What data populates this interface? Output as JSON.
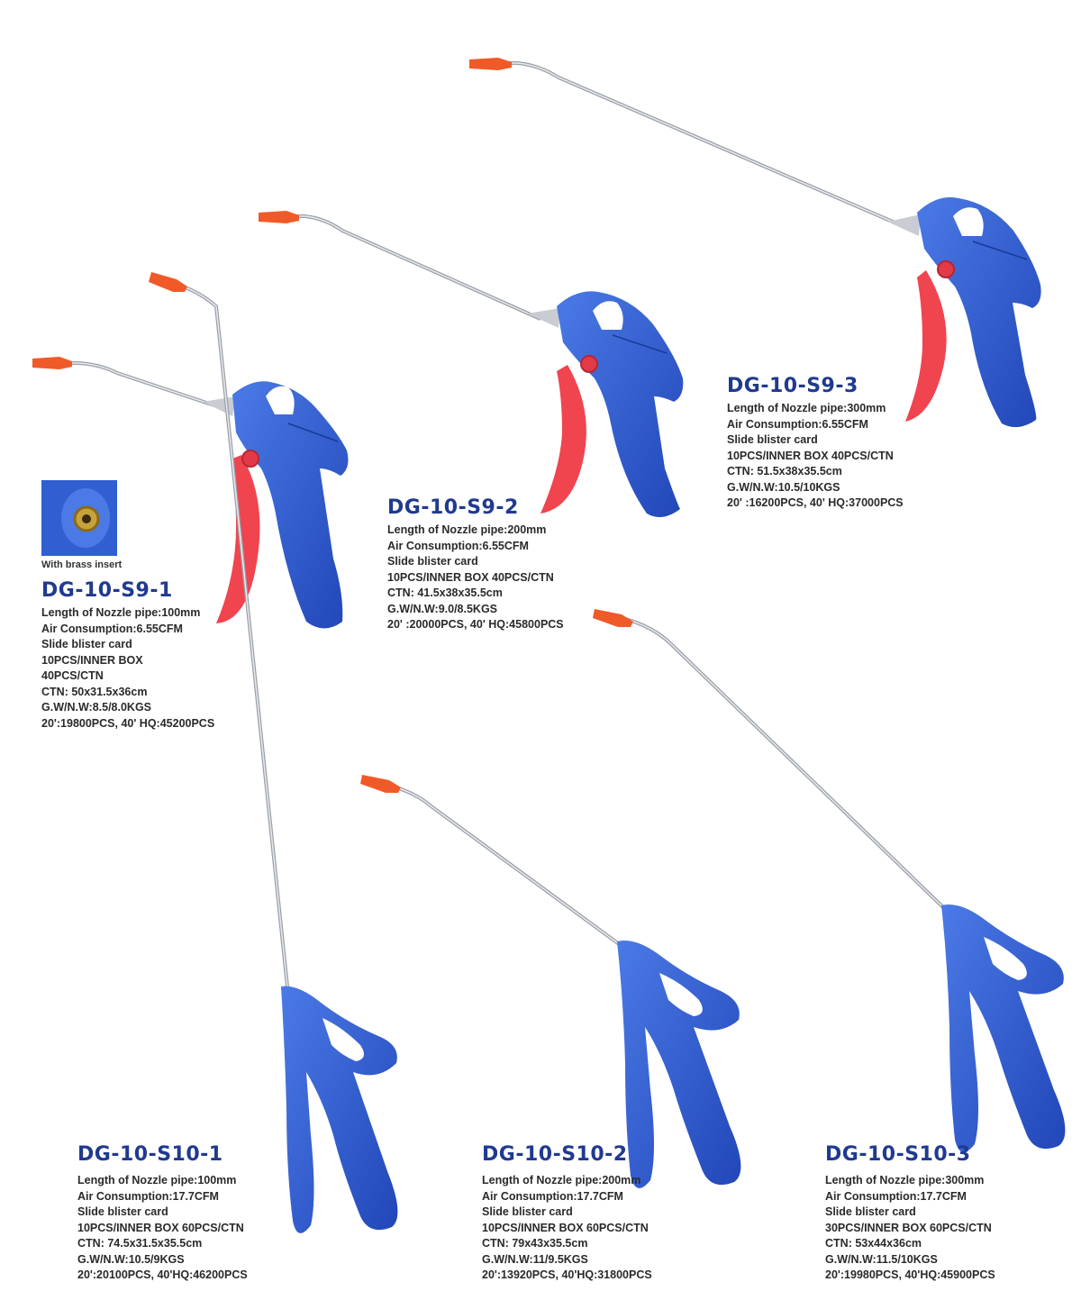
{
  "insert": {
    "caption": "With brass insert"
  },
  "products": [
    {
      "model": "DG-10-S9-1",
      "lines": [
        "Length of Nozzle pipe:100mm",
        "Air Consumption:6.55CFM",
        "Slide blister card",
        "10PCS/INNER BOX",
        "40PCS/CTN",
        "CTN: 50x31.5x36cm",
        "G.W/N.W:8.5/8.0KGS",
        "20':19800PCS, 40' HQ:45200PCS"
      ]
    },
    {
      "model": "DG-10-S9-2",
      "lines": [
        "Length of Nozzle pipe:200mm",
        "Air Consumption:6.55CFM",
        "Slide blister card",
        "10PCS/INNER BOX  40PCS/CTN",
        "CTN: 41.5x38x35.5cm",
        "G.W/N.W:9.0/8.5KGS",
        "20' :20000PCS, 40' HQ:45800PCS"
      ]
    },
    {
      "model": "DG-10-S9-3",
      "lines": [
        "Length of Nozzle pipe:300mm",
        "Air Consumption:6.55CFM",
        "Slide blister card",
        "10PCS/INNER BOX  40PCS/CTN",
        "CTN: 51.5x38x35.5cm",
        "G.W/N.W:10.5/10KGS",
        "20' :16200PCS, 40' HQ:37000PCS"
      ]
    },
    {
      "model": "DG-10-S10-1",
      "lines": [
        "Length of Nozzle pipe:100mm",
        "Air Consumption:17.7CFM",
        "Slide blister card",
        "10PCS/INNER BOX  60PCS/CTN",
        "CTN: 74.5x31.5x35.5cm",
        "G.W/N.W:10.5/9KGS",
        "20':20100PCS, 40'HQ:46200PCS"
      ]
    },
    {
      "model": "DG-10-S10-2",
      "lines": [
        "Length of Nozzle pipe:200mm",
        "Air Consumption:17.7CFM",
        "Slide blister card",
        "10PCS/INNER BOX  60PCS/CTN",
        "CTN: 79x43x35.5cm",
        "G.W/N.W:11/9.5KGS",
        "20':13920PCS, 40'HQ:31800PCS"
      ]
    },
    {
      "model": "DG-10-S10-3",
      "lines": [
        "Length of Nozzle pipe:300mm",
        "Air Consumption:17.7CFM",
        "Slide blister card",
        "30PCS/INNER BOX  60PCS/CTN",
        "CTN: 53x44x36cm",
        "G.W/N.W:11.5/10KGS",
        "20':19980PCS, 40'HQ:45900PCS"
      ]
    }
  ],
  "colors": {
    "body_blue": "#2f5fd0",
    "trigger_red": "#f0444f",
    "tip_orange": "#f05a28",
    "pipe_silver": "#b8bcc4",
    "model_text": "#1f3a8f"
  }
}
